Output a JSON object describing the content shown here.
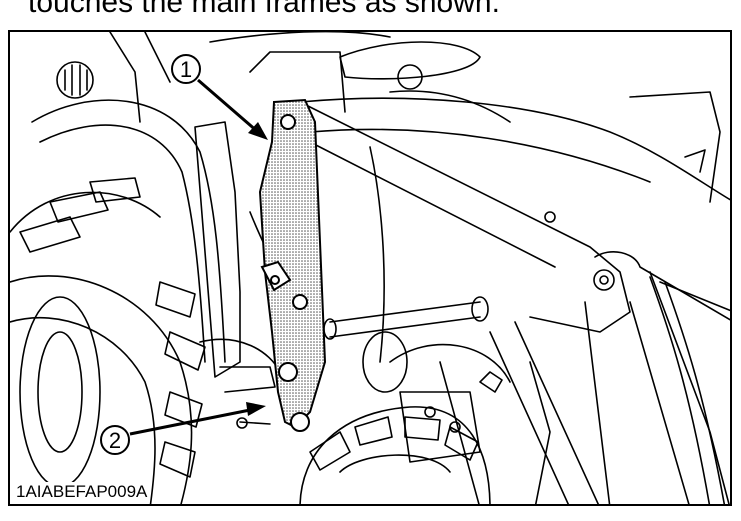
{
  "caption_top": "touches the main frames as shown.",
  "figure_code": "1AIABEFAP009A",
  "callouts": [
    {
      "number": "1"
    },
    {
      "number": "2"
    }
  ]
}
